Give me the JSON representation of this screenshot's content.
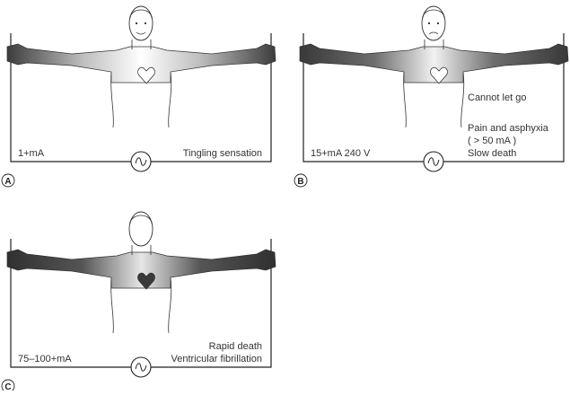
{
  "panels": [
    {
      "id": "A",
      "current": "1+mA",
      "effects": [
        "Tingling sensation"
      ],
      "shade": {
        "hand": "#3c3c3c",
        "mid": "#bdbdbd",
        "center": "#ffffff",
        "heart": "#ffffff"
      },
      "face": "smile"
    },
    {
      "id": "B",
      "current": "15+mA 240 V",
      "effects": [
        "Cannot let go",
        "Pain and asphyxia",
        "( > 50 mA )",
        "Slow death"
      ],
      "shade": {
        "hand": "#383838",
        "mid": "#6e6e6e",
        "center": "#f2f2f2",
        "heart": "#ffffff"
      },
      "face": "pain"
    },
    {
      "id": "C",
      "current": "75–100+mA",
      "effects": [
        "Rapid death",
        "Ventricular fibrillation"
      ],
      "shade": {
        "hand": "#303030",
        "mid": "#555555",
        "center": "#e6e6e6",
        "heart": "#3a3a3a"
      },
      "face": "none"
    }
  ],
  "source_icon": "ac-source-icon"
}
